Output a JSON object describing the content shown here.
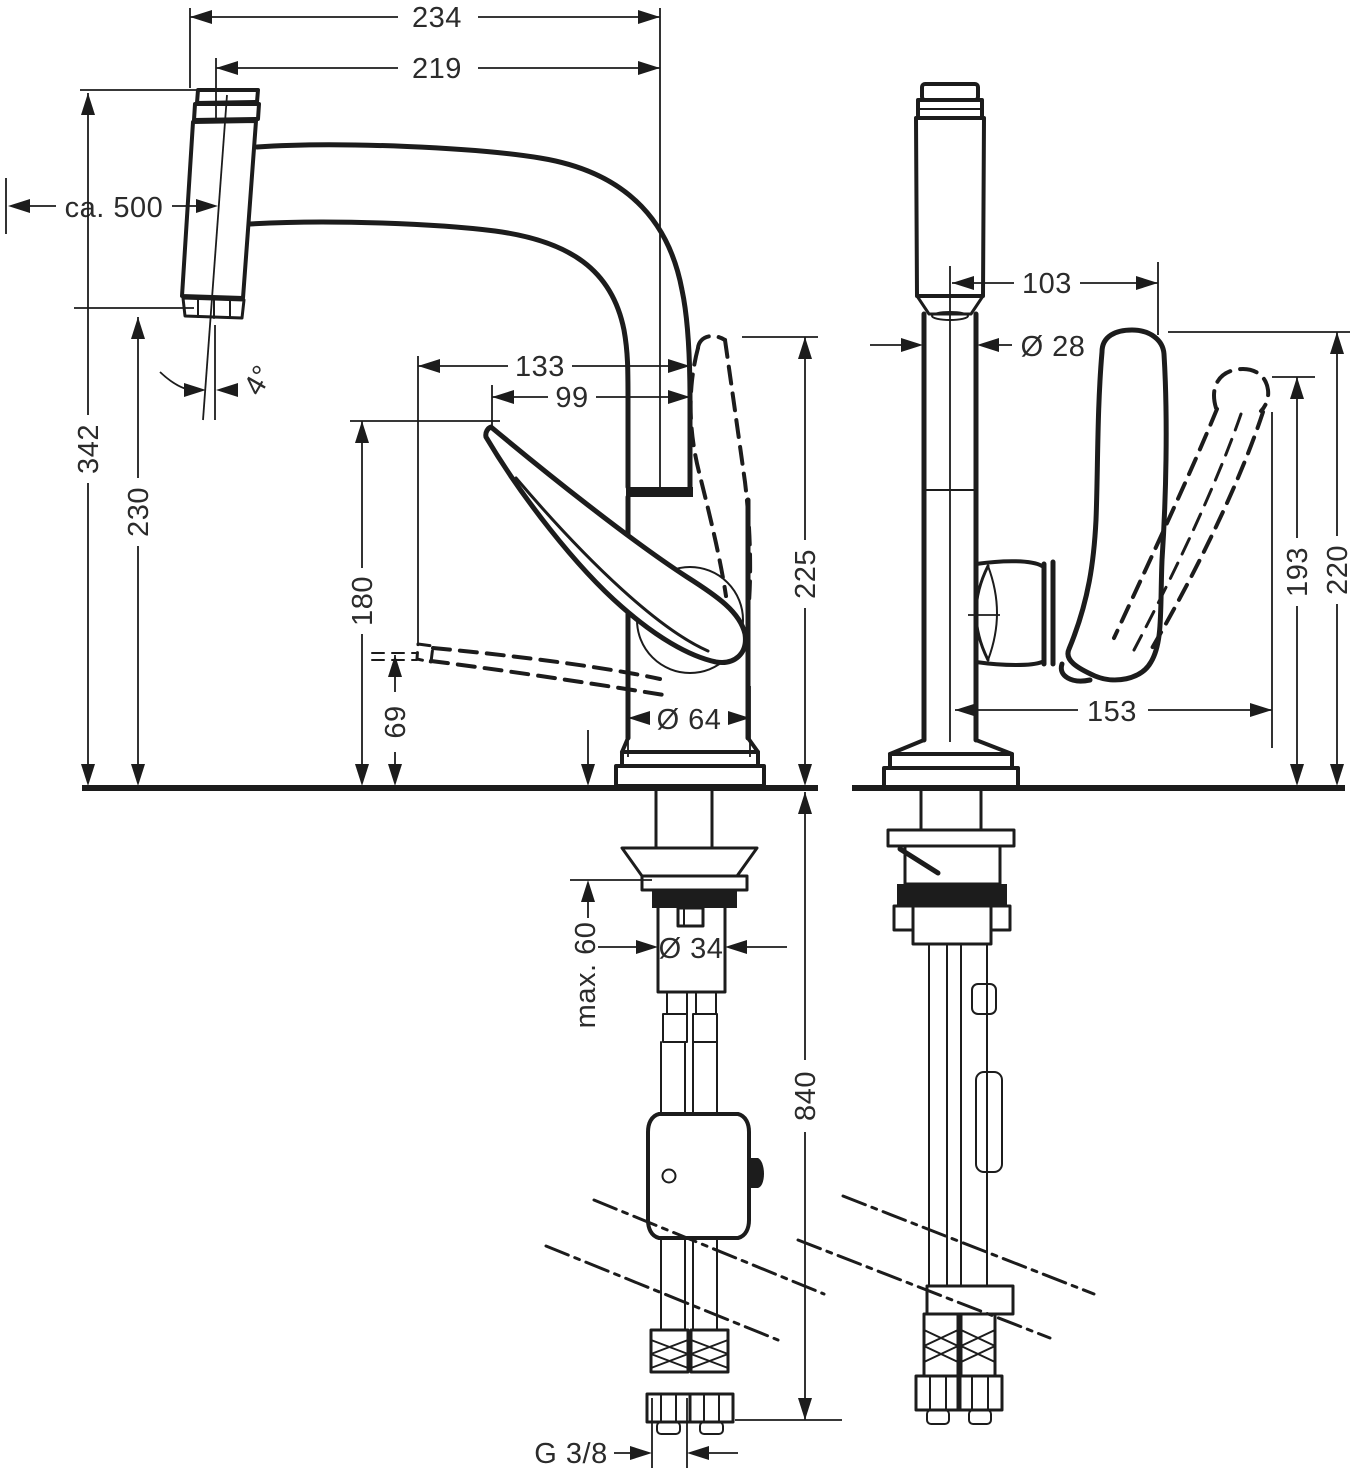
{
  "colors": {
    "line": "#1c1c1c",
    "text": "#2b2b2b",
    "background": "#ffffff"
  },
  "dimensions": {
    "total_depth": "234",
    "spout_reach": "219",
    "hose_extension": "ca. 500",
    "spray_angle": "4°",
    "height_total": "342",
    "height_outlet": "230",
    "handle_reach_open": "133",
    "handle_reach_closed": "99",
    "handle_height": "180",
    "handle_drop": "69",
    "base_diameter": "Ø 64",
    "handle_tip_height": "225",
    "handle_offset": "103",
    "column_diameter": "Ø 28",
    "side_handle_height": "220",
    "side_handle_open_height": "193",
    "side_handle_reach": "153",
    "max_mounting_thickness": "max. 60",
    "shank_diameter": "Ø 34",
    "supply_hose_length": "840",
    "thread": "G 3/8"
  }
}
